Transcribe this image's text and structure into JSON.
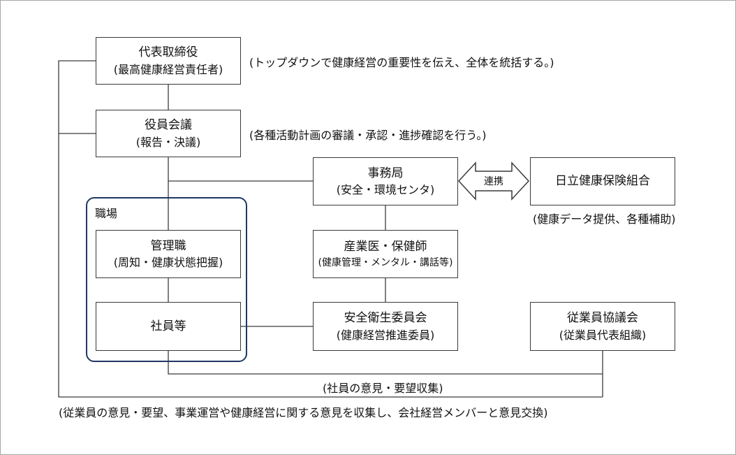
{
  "boxes": {
    "representative": {
      "line1": "代表取締役",
      "line2": "(最高健康経営責任者)"
    },
    "board": {
      "line1": "役員会議",
      "line2": "(報告・決議)"
    },
    "secretariat": {
      "line1": "事務局",
      "line2": "(安全・環境センタ)"
    },
    "insurance": {
      "line1": "日立健康保険組合"
    },
    "workplace": {
      "label": "職場"
    },
    "managers": {
      "line1": "管理職",
      "line2": "(周知・健康状態把握)"
    },
    "doctors": {
      "line1": "産業医・保健師",
      "line2": "(健康管理・メンタル・講話等)"
    },
    "employees": {
      "line1": "社員等"
    },
    "safety_committee": {
      "line1": "安全衛生委員会",
      "line2": "(健康経営推進委員)"
    },
    "council": {
      "line1": "従業員協議会",
      "line2": "(従業員代表組織)"
    }
  },
  "notes": {
    "representative": "(トップダウンで健康経営の重要性を伝え、全体を統括する。)",
    "board": "(各種活動計画の審議・承認・進捗確認を行う。)",
    "insurance": "(健康データ提供、各種補助)",
    "employee_feedback": "(社員の意見・要望収集)",
    "council_feedback": "(従業員の意見・要望、事業運営や健康経営に関する意見を収集し、会社経営メンバーと意見交換)"
  },
  "arrow": {
    "label": "連携"
  },
  "colors": {
    "line": "#3a3a3a",
    "workplace_border": "#1f3864",
    "frame": "#a6a6a6"
  }
}
